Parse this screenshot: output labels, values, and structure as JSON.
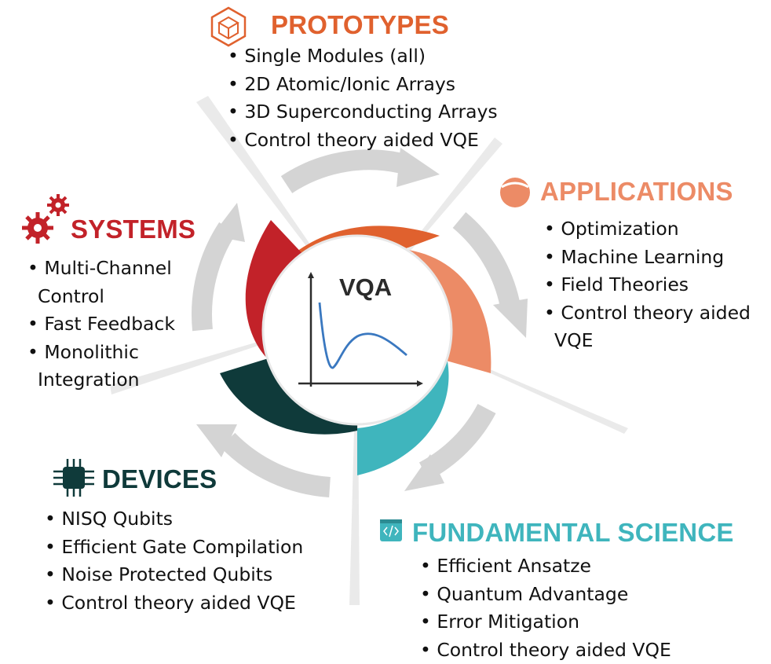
{
  "center": {
    "label": "VQA"
  },
  "sections": {
    "prototypes": {
      "title": "PROTOTYPES",
      "color": "#e0612e",
      "icon": "cube-icon",
      "items": [
        "Single Modules (all)",
        "2D Atomic/Ionic Arrays",
        "3D Superconducting Arrays",
        "Control theory aided VQE"
      ]
    },
    "applications": {
      "title": "APPLICATIONS",
      "color": "#ec8b66",
      "icon": "sphere-icon",
      "items": [
        "Optimization",
        "Machine Learning",
        "Field Theories",
        "Control theory aided VQE"
      ]
    },
    "systems": {
      "title": "SYSTEMS",
      "color": "#c22229",
      "icon": "gears-icon",
      "items": [
        "Multi-Channel Control",
        "Fast Feedback",
        "Monolithic Integration"
      ]
    },
    "devices": {
      "title": "DEVICES",
      "color": "#0f3a3a",
      "icon": "chip-icon",
      "items": [
        "NISQ Qubits",
        "Efficient Gate Compilation",
        "Noise Protected Qubits",
        "Control theory aided VQE"
      ]
    },
    "fundamental": {
      "title": "FUNDAMENTAL SCIENCE",
      "color": "#3fb5bd",
      "icon": "code-icon",
      "items": [
        "Efficient Ansatze",
        "Quantum Advantage",
        "Error Mitigation",
        "Control theory aided VQE"
      ]
    }
  }
}
